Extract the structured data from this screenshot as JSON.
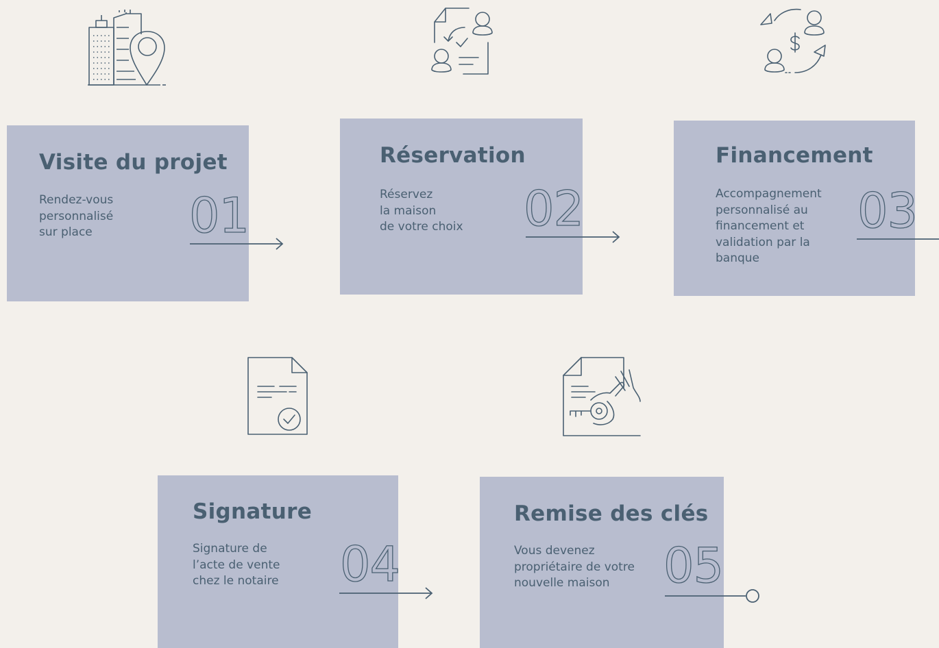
{
  "steps": [
    {
      "title": "Visite du projet",
      "description": "Rendez-vous\npersonnalisé\nsur place",
      "number": "01",
      "icon": "building-location-icon"
    },
    {
      "title": "Réservation",
      "description": "Réservez\nla maison\nde votre choix",
      "number": "02",
      "icon": "contract-people-icon"
    },
    {
      "title": "Financement",
      "description": "Accompagnement\npersonnalisé au\nfinancement et\nvalidation par la\nbanque",
      "number": "03",
      "icon": "money-exchange-icon"
    },
    {
      "title": "Signature",
      "description": "Signature de\nl’acte de vente\nchez le notaire",
      "number": "04",
      "icon": "signed-document-icon"
    },
    {
      "title": "Remise des clés",
      "description": "Vous devenez\npropriétaire de votre\nnouvelle maison",
      "number": "05",
      "icon": "key-handover-icon"
    }
  ],
  "colors": {
    "background": "#f3f0eb",
    "card": "#b8bdcf",
    "ink": "#4a6072"
  }
}
